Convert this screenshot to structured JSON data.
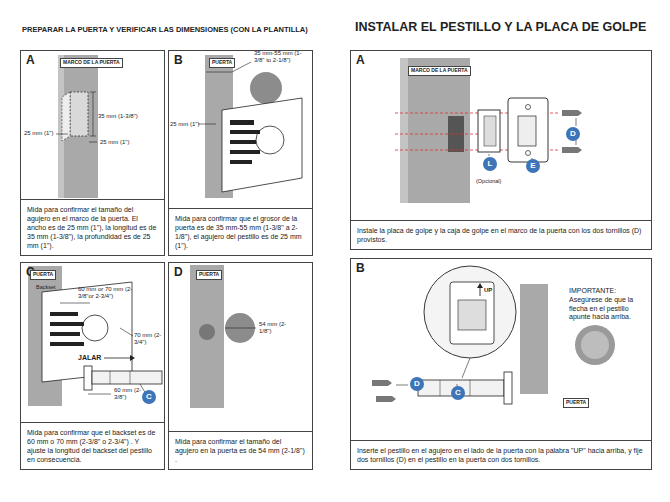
{
  "diagram": {
    "title": "PREPARAR LA PUERTA Y VERIFICAR LAS DIMENSIONES (CON LA PLANTILLA)",
    "nodes": [
      {
        "text": [
          "A",
          "Mida para confirmar el tamaño del agujero en el marco de la puerta. El ancho es de 25 mm (1\"), la longitud es de 35 mm (1-3/8\"), la profundidad es de 25 mm (1\")."
        ]
      },
      {
        "text": [
          "B",
          "Mida para confirmar que el grosor de la puerta es de 35 mm-55 mm (1-3/8\" a 2-1/8\"), el agujero del pestillo es de 25 mm (1\")."
        ]
      },
      {
        "text": [
          "C",
          "Mida para confirmar que el backset es de 60 mm o 70 mm (2-3/8\" o 2-3/4\") . Y ajuste la longitud del backset del pestillo en consecuencia."
        ]
      },
      {
        "text": [
          "C"
        ],
        "in": 2
      },
      {
        "text": [
          "D",
          "Mida para confirmar el tamaño del agujero en la puerta es de 54 mm (2-1/8\") ."
        ]
      },
      {
        "text": [
          "A",
          "Instale la placa de golpe y la caja de golpe en el marco de la puerta con los dos tornillos (D) provistos."
        ]
      },
      {
        "text": [
          "D"
        ],
        "in": 5
      },
      {
        "text": [
          "L"
        ],
        "in": 5
      },
      {
        "text": [
          "E"
        ],
        "in": 5
      },
      {
        "text": [
          "B",
          "IMPORTANTE: Asegúrese de que la flecha en el pestillo apunte hacia arriba.",
          "Inserte el pestillo en el agujero en el lado de la puerta con la palabra \"UP\" hacia arriba, y fije dos tornillos (D) en el pestillo en la puerta con dos tornillos."
        ]
      },
      {
        "text": [
          "D"
        ],
        "in": 9
      },
      {
        "text": [
          "C"
        ],
        "in": 9
      }
    ],
    "labels": [
      "INSTALAR EL PESTILLO Y LA PLACA DE GOLPE",
      "MARCO DE LA PUERTA",
      "35 mm (1-3/8\")",
      "25 mm (1\")",
      "25 mm (1\")",
      "PUERTA",
      "35 mm-55 mm (1-3/8\" to 2-1/8\")",
      "25 mm (1\")",
      "PUERTA",
      "Backset",
      "60 mm or 70 mm (2-3/8\"or 2-3/4\")",
      "70 mm (2-3/4\")",
      "JALAR",
      "60 mm (2-3/8\")",
      "PUERTA",
      "54 mm (2-1/8\")",
      "MARCO DE LA PUERTA",
      "(Opcional)",
      "UP",
      "PUERTA"
    ]
  }
}
